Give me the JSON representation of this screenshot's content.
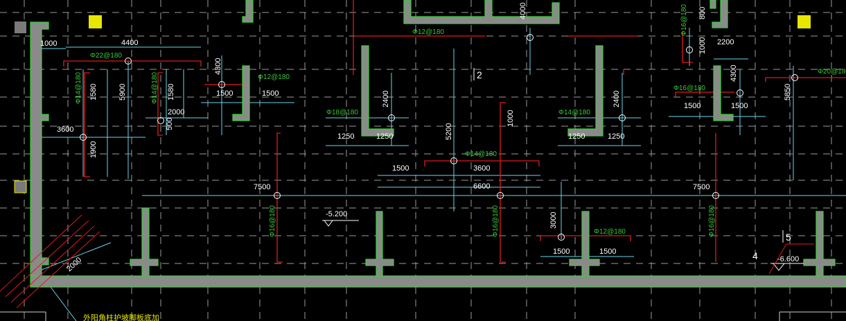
{
  "drawing": {
    "dimensions": {
      "d1000": "1000",
      "d4400": "4400",
      "d1580a": "1580",
      "d5900": "5900",
      "d1580b": "1580",
      "d4300a": "4300",
      "d1500a": "1500",
      "d1500b": "1500",
      "d2000": "2000",
      "d500": "500",
      "d3600a": "3600",
      "d1900": "1900",
      "d2400a": "2400",
      "d1250a": "1250",
      "d1250b": "1250",
      "d5200": "5200",
      "d1000b": "1000",
      "d4000": "4000",
      "d1500c": "1500",
      "d3600b": "3600",
      "d6600": "6600",
      "d2400b": "2400",
      "d1250c": "1250",
      "d1250d": "1250",
      "d7500a": "7500",
      "d7500b": "7500",
      "d3000": "3000",
      "d1500d": "1500",
      "d1500e": "1500",
      "d800": "800",
      "d1000c": "1000",
      "d2200": "2200",
      "d4300b": "4300",
      "d1500f": "1500",
      "d1500g": "1500",
      "d5850": "5850",
      "d2000b": "2000"
    },
    "rebar": {
      "r1": "Φ22@180",
      "r2": "Φ14@180",
      "r3": "Φ14@180",
      "r4": "Φ12@180",
      "r5": "Φ18@180",
      "r6": "Φ12@180",
      "r7": "Φ14@180",
      "r8": "Φ14@180",
      "r9": "Φ16@180",
      "r10": "Φ16@180",
      "r11": "Φ12@180",
      "r12": "Φ16@180",
      "r13": "Φ16@180",
      "r14": "Φ16@180",
      "r15": "Φ20@180"
    },
    "labels": {
      "section_2": "2",
      "section_5": "5",
      "elev_a": "-5.200",
      "elev_b": "-6.600",
      "num_4": "4",
      "bottom_note": "外阳角柱护坡脚板底加"
    },
    "colors": {
      "wall": "#8a8a8a",
      "wall_edge": "#37d137",
      "dim_line": "#6ad6ea",
      "rebar_line": "#e01b1b",
      "grid": "#ffffff",
      "yellow_marker": "#e6e600",
      "gray_marker": "#7a7a7a"
    }
  }
}
